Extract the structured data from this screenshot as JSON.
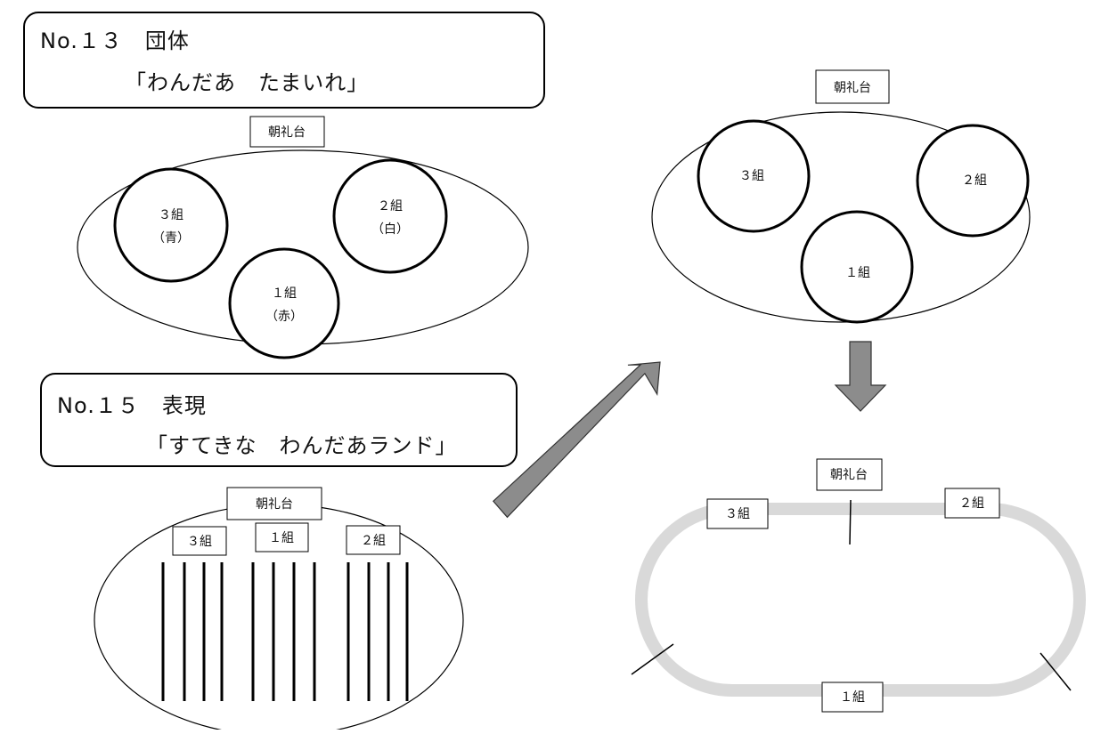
{
  "sections": {
    "no13": {
      "title_line1": "No.１３　団体",
      "title_line2": "「わんだあ　たまいれ」"
    },
    "no15": {
      "title_line1": "No.１５　表現",
      "title_line2": "「すてきな　わんだあランド」"
    }
  },
  "stage_label": "朝礼台",
  "groups": {
    "g1": "１組",
    "g2": "２組",
    "g3": "３組"
  },
  "colors": {
    "g1": "（赤）",
    "g2": "（白）",
    "g3": "（青）"
  },
  "palette": {
    "arrow_fill": "#8c8c8c",
    "track": "#d9d9d9",
    "ink": "#000000"
  }
}
